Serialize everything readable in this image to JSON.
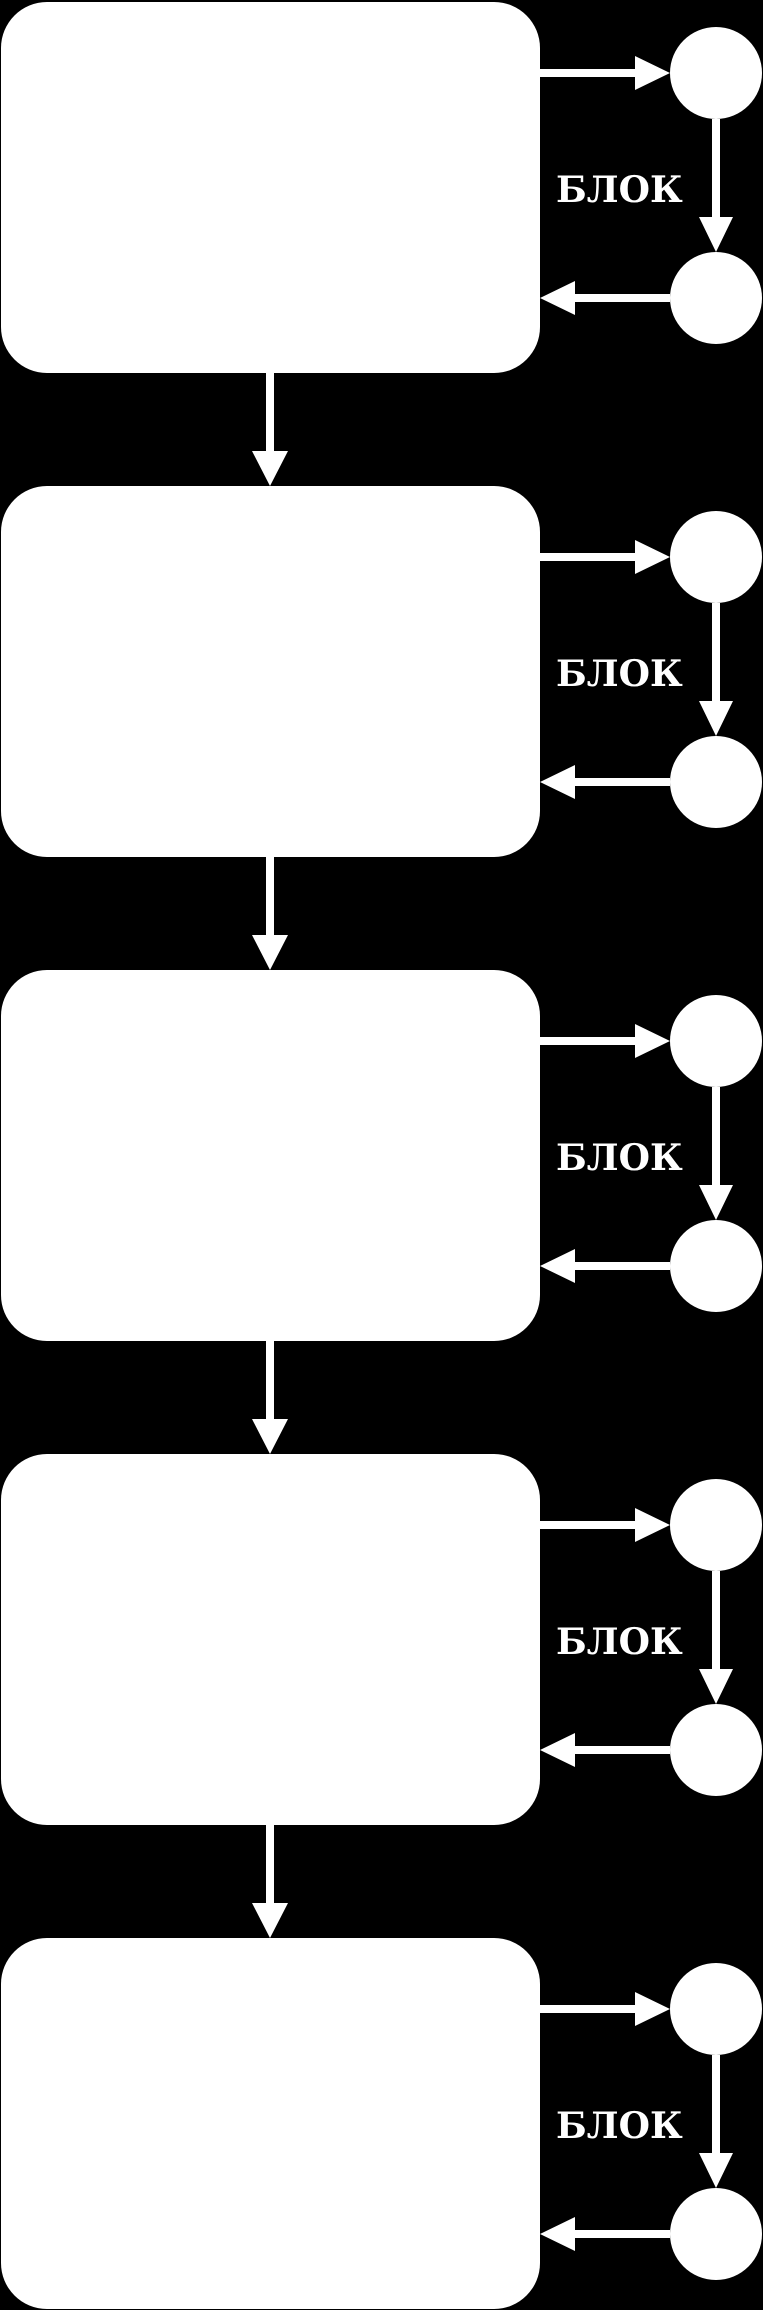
{
  "diagram": {
    "background": "#000000",
    "foreground": "#ffffff",
    "blocks": [
      {
        "label": "БЛОК"
      },
      {
        "label": "БЛОК"
      },
      {
        "label": "БЛОК"
      },
      {
        "label": "БЛОК"
      },
      {
        "label": "БЛОК"
      }
    ]
  }
}
